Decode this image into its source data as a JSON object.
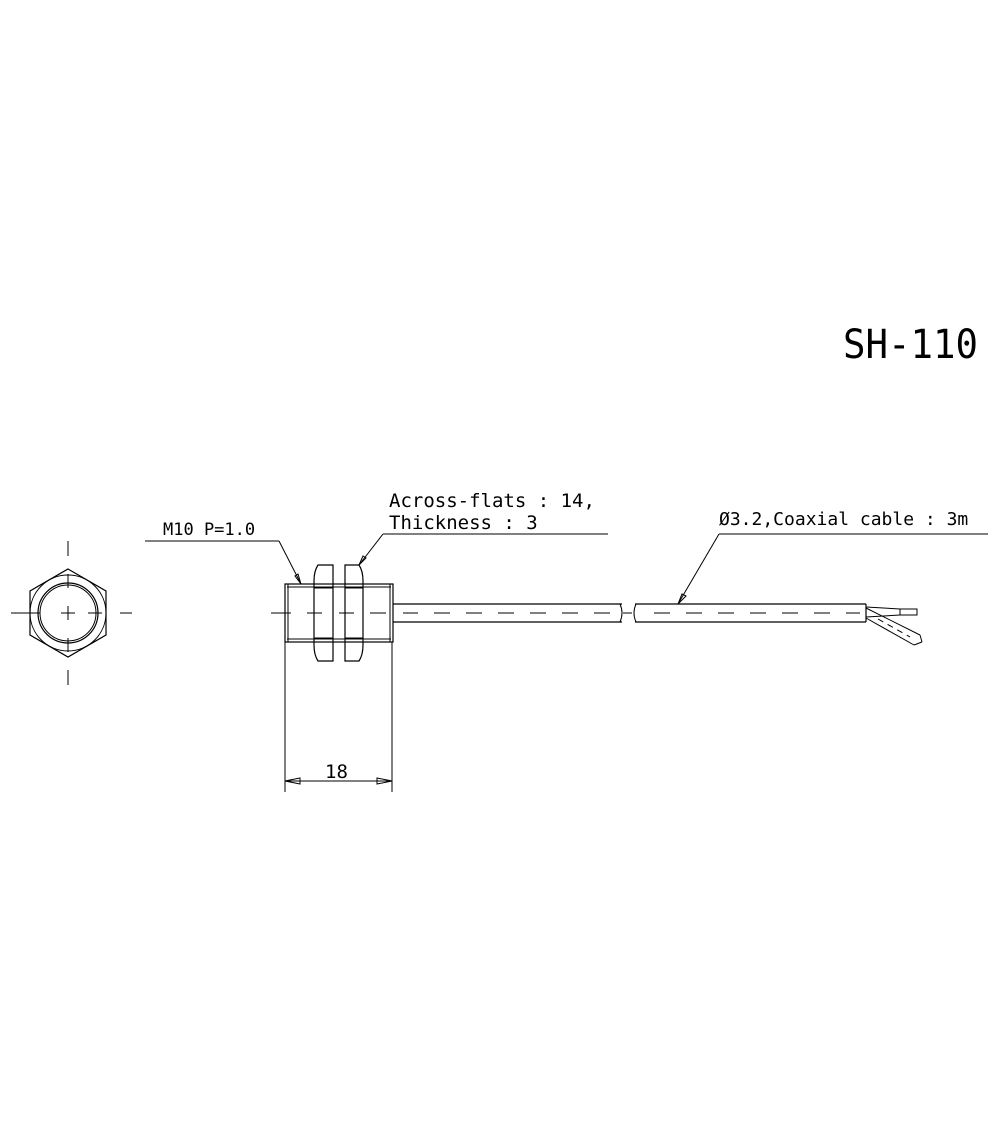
{
  "drawing": {
    "model": "SH-110",
    "thread_label": "M10  P=1.0",
    "nut_label_line1": "Across-flats : 14,",
    "nut_label_line2": "Thickness : 3",
    "cable_label": "Ø3.2,Coaxial cable : 3m",
    "dimension_value": "18"
  },
  "colors": {
    "background": "#ffffff",
    "line": "#000000"
  }
}
